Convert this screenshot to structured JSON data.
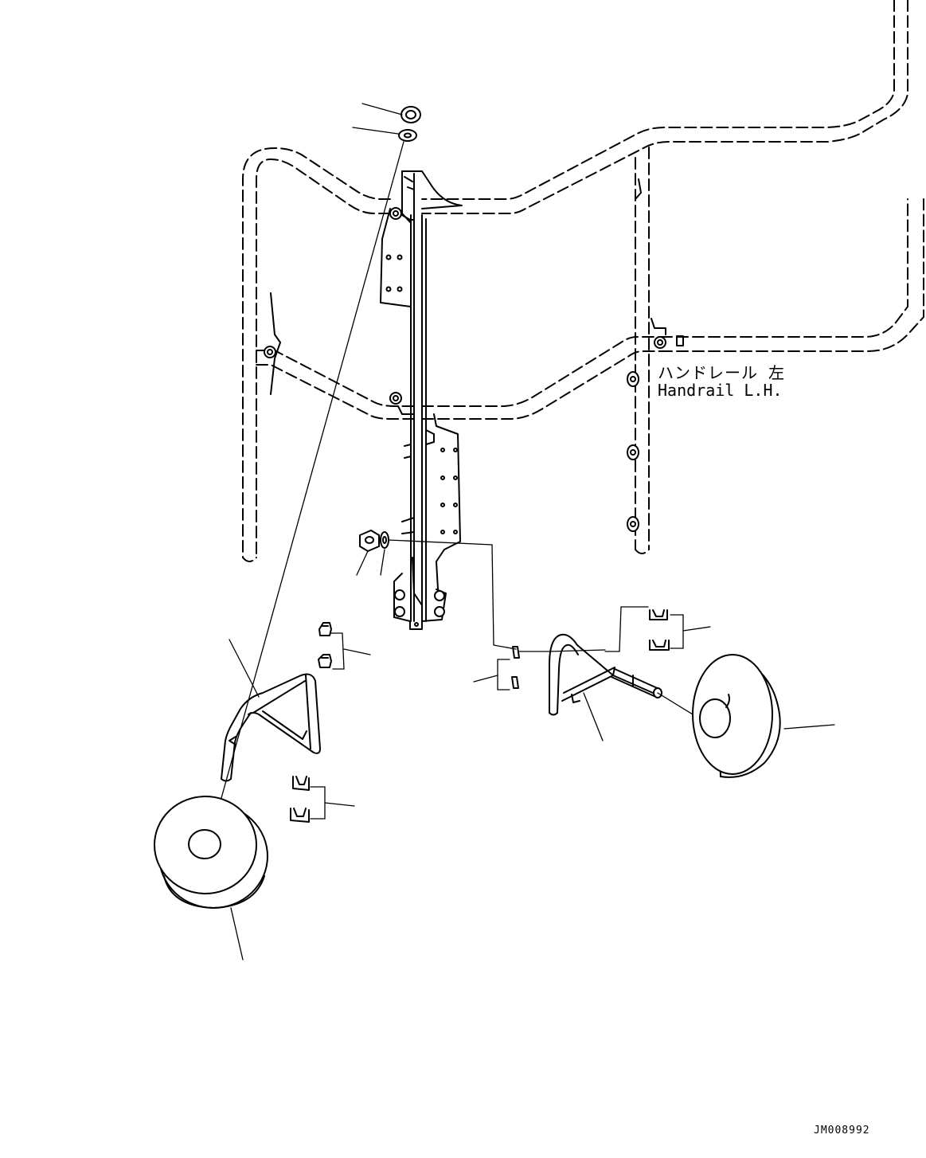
{
  "callout": {
    "label_jp": "ハンドレール 左",
    "label_en": "Handrail L.H."
  },
  "drawing_number": "JM008992"
}
